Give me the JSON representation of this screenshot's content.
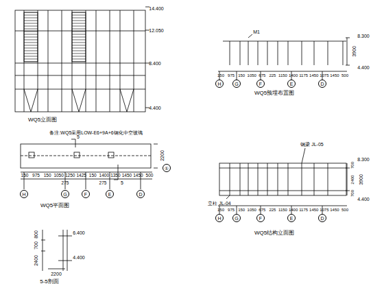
{
  "diagram": {
    "nodes": [
      {
        "text": [
          "H"
        ]
      },
      {
        "text": [
          "G"
        ]
      },
      {
        "text": [
          "F"
        ]
      },
      {
        "text": [
          "E"
        ]
      },
      {
        "text": [
          "D"
        ]
      },
      {
        "text": [
          "①"
        ]
      },
      {
        "text": [
          "H"
        ]
      },
      {
        "text": [
          "G"
        ]
      },
      {
        "text": [
          "F"
        ]
      },
      {
        "text": [
          "E"
        ]
      },
      {
        "text": [
          "D"
        ]
      },
      {
        "text": [
          "H"
        ]
      },
      {
        "text": [
          "G"
        ]
      },
      {
        "text": [
          "F"
        ]
      },
      {
        "text": [
          "E"
        ]
      },
      {
        "text": [
          "D"
        ]
      }
    ],
    "labels": [
      "14.400",
      "12.050",
      "8.400",
      "4.400",
      "WQ5立面图",
      "备注:WQ5采用LOW-E6+9A+6钢化中空玻璃",
      "150",
      "975",
      "150",
      "1050",
      "1250",
      "1425",
      "150",
      "1400",
      "1350",
      "1450",
      "1450",
      "500",
      "275",
      "275",
      "2200",
      "5",
      "5",
      "WQ5平面图",
      "800",
      "700",
      "2400",
      "6.400",
      "4.400",
      "2200",
      "5-5剖面",
      "M1",
      "3900",
      "8.300",
      "4.400",
      "150",
      "975",
      "150",
      "1050",
      "675",
      "225",
      "1150",
      "1400",
      "1175",
      "1450",
      "1075",
      "1450",
      "500",
      "WQ5预埋布置图",
      "钢梁 JL-05",
      "立柱 JL-04",
      "8.300",
      "4.400",
      "700",
      "2400",
      "700",
      "3900",
      "150",
      "975",
      "150",
      "1050",
      "675",
      "225",
      "1150",
      "1400",
      "1175",
      "1450",
      "1075",
      "1450",
      "500",
      "WQ5结构立面图"
    ]
  }
}
